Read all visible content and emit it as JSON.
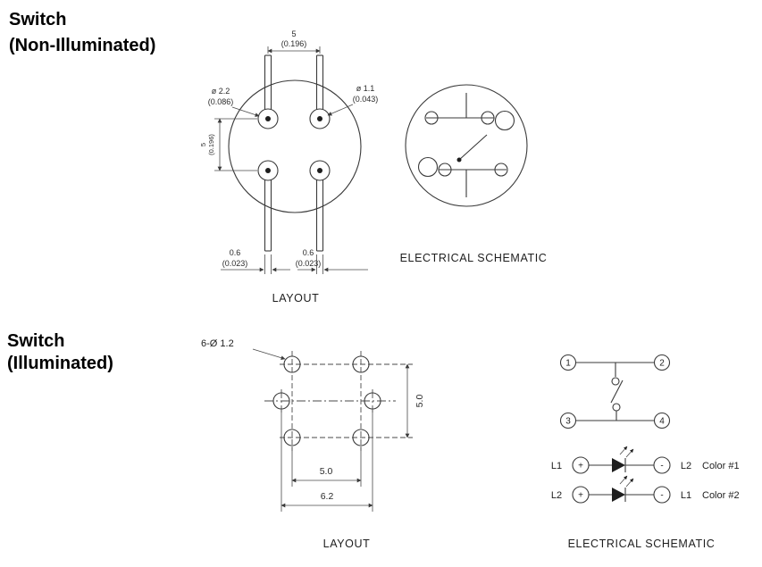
{
  "sections": {
    "s1": {
      "title1": "Switch",
      "title2": "(Non-Illuminated)",
      "layout_caption": "LAYOUT",
      "schematic_caption": "ELECTRICAL SCHEMATIC",
      "dim_pitch_h_mm": "5",
      "dim_pitch_h_in": "(0.196)",
      "dim_hole_outer_mm": "ø 2.2",
      "dim_hole_outer_in": "(0.086)",
      "dim_hole_inner_mm": "ø 1.1",
      "dim_hole_inner_in": "(0.043)",
      "dim_pitch_v_mm": "5",
      "dim_pitch_v_in": "(0.196)",
      "dim_lead_l_mm": "0.6",
      "dim_lead_l_in": "(0.023)",
      "dim_lead_r_mm": "0.6",
      "dim_lead_r_in": "(0.023)"
    },
    "s2": {
      "title1": "Switch",
      "title2": "(Illuminated)",
      "layout_caption": "LAYOUT",
      "schematic_caption": "ELECTRICAL SCHEMATIC",
      "dim_holes": "6-Ø 1.2",
      "dim_v": "5.0",
      "dim_h_inner": "5.0",
      "dim_h_outer": "6.2",
      "t1": "1",
      "t2": "2",
      "t3": "3",
      "t4": "4",
      "led1_left": "L1",
      "led1_plus": "+",
      "led1_minus": "-",
      "led1_right": "L2",
      "led1_color": "Color #1",
      "led2_left": "L2",
      "led2_plus": "+",
      "led2_minus": "-",
      "led2_right": "L1",
      "led2_color": "Color #2"
    }
  }
}
